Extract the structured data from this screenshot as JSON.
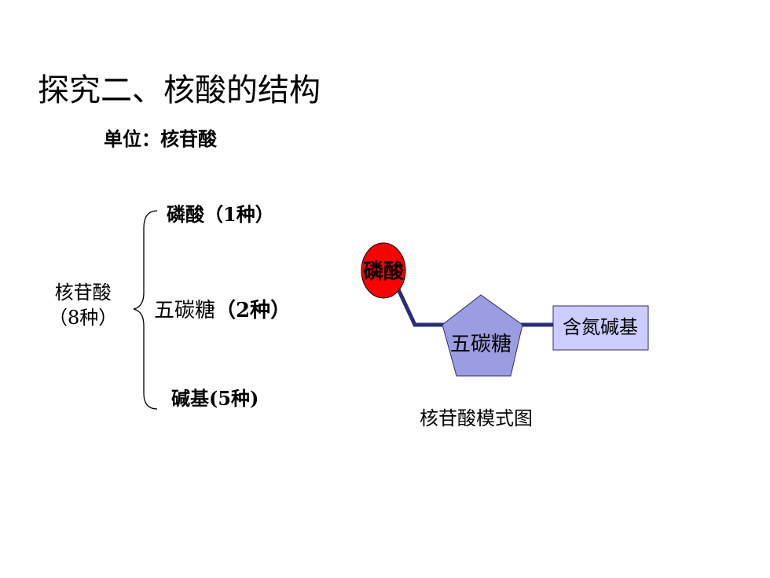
{
  "title": "探究二、核酸的结构",
  "unit_text": "单位：核苷酸",
  "composition": {
    "left_label_line1": "核苷酸",
    "left_label_line2": "（8种）",
    "items": [
      {
        "label": "磷酸（1种）"
      },
      {
        "name": "五碳糖",
        "count": "（2种）"
      },
      {
        "label": "碱基(5种)"
      }
    ]
  },
  "model": {
    "phosphate": "磷酸",
    "sugar": "五碳糖",
    "base": "含氮碱基",
    "caption": "核苷酸模式图",
    "colors": {
      "phosphate_fill": "#ff0000",
      "sugar_fill": "#9c9ce0",
      "base_fill": "#ccccff",
      "bond": "#2b2b7a"
    }
  }
}
